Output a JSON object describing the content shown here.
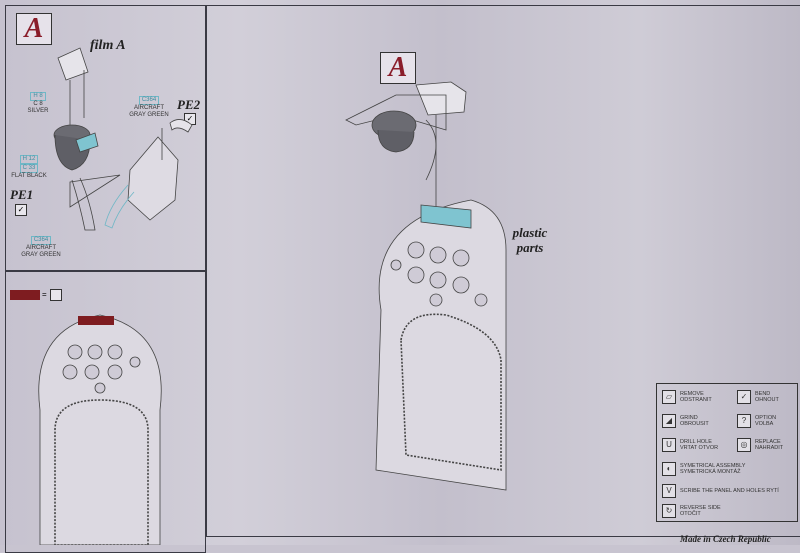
{
  "step_label": "A",
  "left_top": {
    "film_label": "film A",
    "paints": [
      {
        "codes": [
          "H 8",
          "C 8"
        ],
        "name": "SILVER"
      },
      {
        "codes": [
          "H 12",
          "C 33"
        ],
        "name": "FLAT BLACK"
      },
      {
        "codes": [
          "C364"
        ],
        "name": "AIRCRAFT GRAY GREEN"
      },
      {
        "codes": [
          "C364"
        ],
        "name": "AIRCRAFT GRAY GREEN"
      }
    ],
    "pe1": "PE1",
    "pe2": "PE2"
  },
  "main": {
    "plastic_label": "plastic parts"
  },
  "legend": [
    {
      "icon": "remove-icon",
      "text": "REMOVE ODSTRANIT"
    },
    {
      "icon": "bend-icon",
      "text": "BEND OHNOUT"
    },
    {
      "icon": "grind-icon",
      "text": "GRIND OBROUSIT"
    },
    {
      "icon": "option-icon",
      "glyph": "?",
      "text": "OPTION VOLBA"
    },
    {
      "icon": "drill-icon",
      "text": "DRILL HOLE VRTAT OTVOR"
    },
    {
      "icon": "replace-icon",
      "text": "REPLACE NAHRADIT"
    },
    {
      "icon": "symmetrical-icon",
      "text": "SYMETRICAL ASSEMBLY SYMETRICKÁ MONTÁŽ"
    },
    {
      "icon": "scribe-icon",
      "text": "SCRIBE THE PANEL AND HOLES RYTÍ"
    },
    {
      "icon": "reverse-icon",
      "text": "REVERSE SIDE OTOČIT"
    }
  ],
  "footer": "Made in Czech Republic",
  "colors": {
    "step": "#8a1d2a",
    "decal": "#7e1c20",
    "film": "#7fc4d0"
  }
}
